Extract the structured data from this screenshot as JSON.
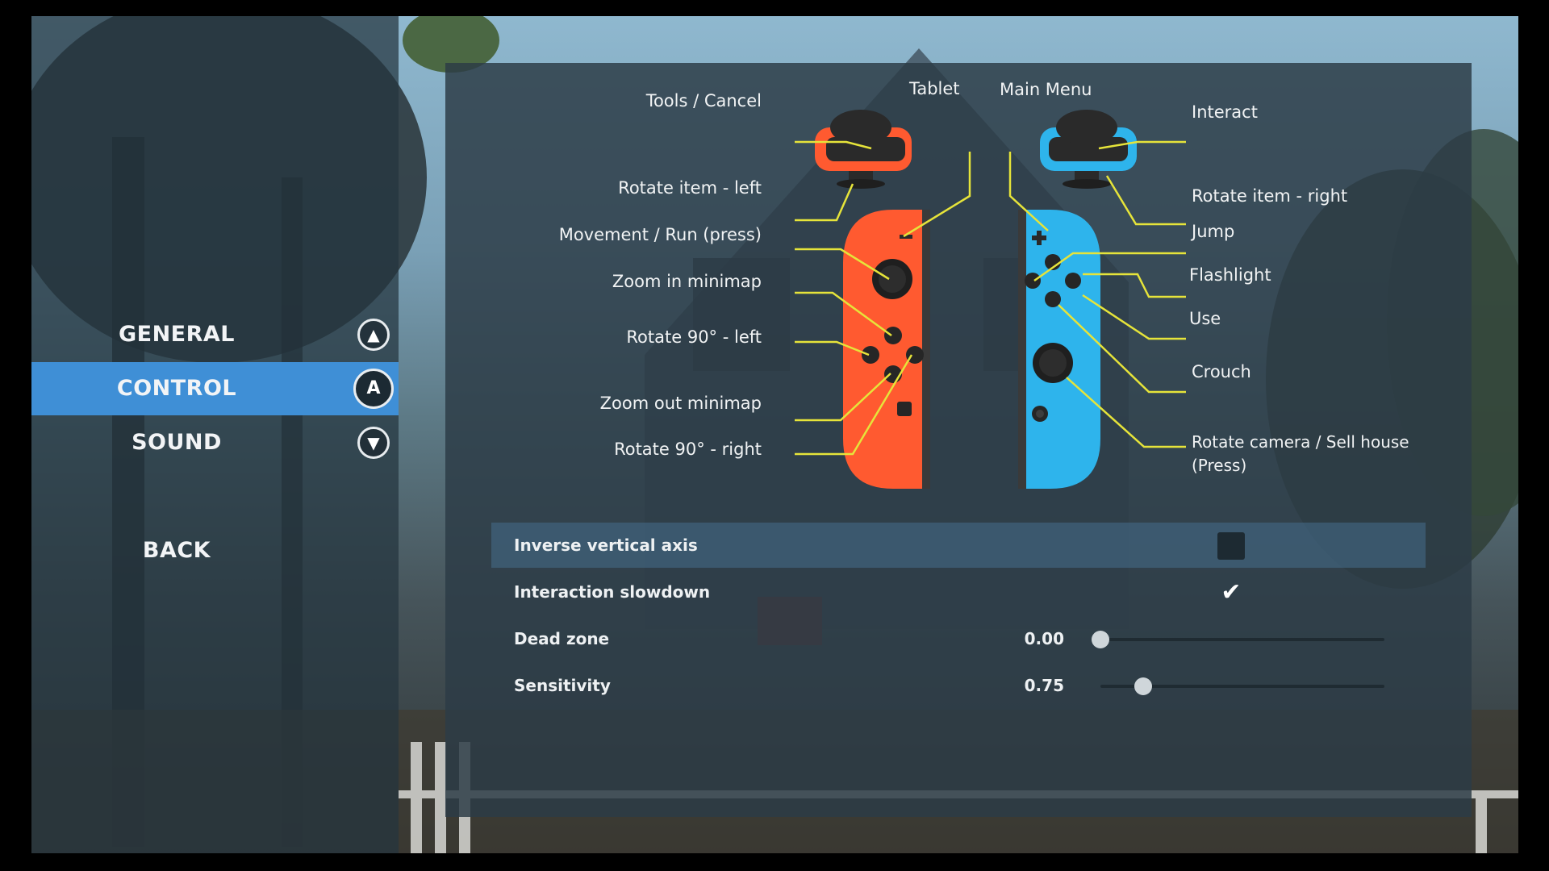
{
  "menu": {
    "items": [
      {
        "label": "GENERAL",
        "button_glyph": "▲",
        "button_icon": "dpad-up-icon",
        "active": false
      },
      {
        "label": "CONTROL",
        "button_glyph": "A",
        "button_icon": "a-button-icon",
        "active": true
      },
      {
        "label": "SOUND",
        "button_glyph": "▼",
        "button_icon": "dpad-down-icon",
        "active": false
      }
    ],
    "back_label": "BACK"
  },
  "controls": {
    "left_joycon": {
      "color": "#ff5a30",
      "labels": {
        "tools_cancel": "Tools / Cancel",
        "rotate_item_left": "Rotate item - left",
        "movement_run": "Movement / Run (press)",
        "zoom_in_minimap": "Zoom in minimap",
        "rotate_90_left": "Rotate 90° - left",
        "zoom_out_minimap": "Zoom out minimap",
        "rotate_90_right": "Rotate 90° - right"
      }
    },
    "right_joycon": {
      "color": "#2eb4ec",
      "labels": {
        "interact": "Interact",
        "rotate_item_right": "Rotate item - right",
        "jump": "Jump",
        "flashlight": "Flashlight",
        "use": "Use",
        "crouch": "Crouch",
        "rotate_camera_line1": "Rotate camera / Sell house",
        "rotate_camera_line2": "(Press)"
      }
    },
    "top_labels": {
      "tablet": "Tablet",
      "main_menu": "Main Menu"
    },
    "callout_line_color": "#e6e43a"
  },
  "settings": {
    "inverse_vertical_axis": {
      "label": "Inverse vertical axis",
      "checked": false
    },
    "interaction_slowdown": {
      "label": "Interaction slowdown",
      "checked": true,
      "check_glyph": "✔"
    },
    "dead_zone": {
      "label": "Dead zone",
      "value_text": "0.00",
      "value": 0.0,
      "min": 0,
      "max": 1
    },
    "sensitivity": {
      "label": "Sensitivity",
      "value_text": "0.75",
      "value": 0.75,
      "min": 0,
      "max": 5
    }
  }
}
